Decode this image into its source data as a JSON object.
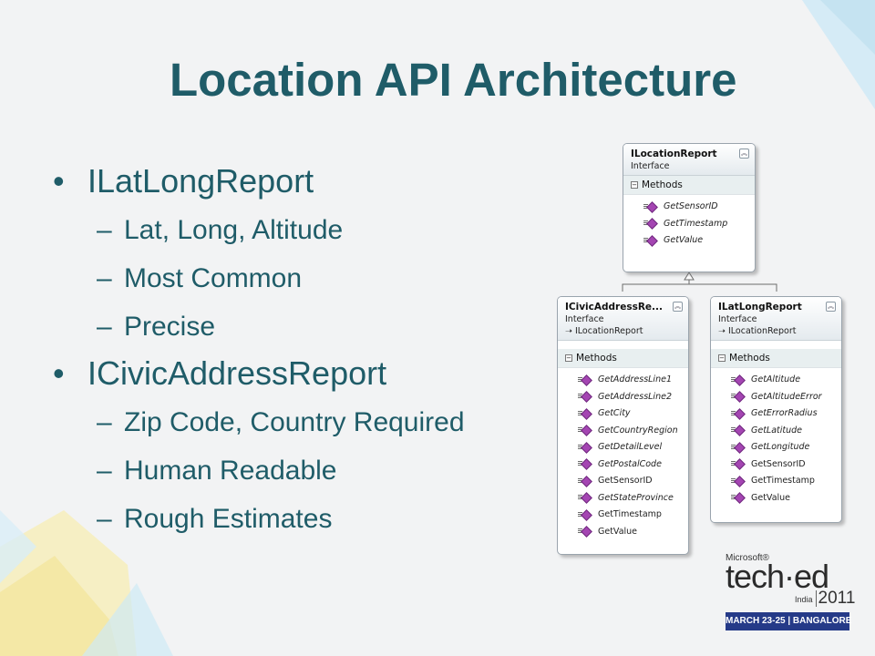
{
  "slide": {
    "title": "Location API Architecture",
    "bullets": [
      {
        "text": "ILatLongReport",
        "sub": [
          "Lat, Long, Altitude",
          "Most Common",
          "Precise"
        ]
      },
      {
        "text": "ICivicAddressReport",
        "sub": [
          "Zip Code, Country Required",
          "Human Readable",
          "Rough Estimates"
        ]
      }
    ],
    "dash": "–"
  },
  "diagram": {
    "base": {
      "name": "ILocationReport",
      "kind": "Interface",
      "section": "Methods",
      "methods": [
        "GetSensorID",
        "GetTimestamp",
        "GetValue"
      ]
    },
    "civic": {
      "name": "ICivicAddressRe...",
      "kind": "Interface",
      "inherits": "ILocationReport",
      "section": "Methods",
      "methods": [
        "GetAddressLine1",
        "GetAddressLine2",
        "GetCity",
        "GetCountryRegion",
        "GetDetailLevel",
        "GetPostalCode",
        "GetSensorID",
        "GetStateProvince",
        "GetTimestamp",
        "GetValue"
      ]
    },
    "latlong": {
      "name": "ILatLongReport",
      "kind": "Interface",
      "inherits": "ILocationReport",
      "section": "Methods",
      "methods": [
        "GetAltitude",
        "GetAltitudeError",
        "GetErrorRadius",
        "GetLatitude",
        "GetLongitude",
        "GetSensorID",
        "GetTimestamp",
        "GetValue"
      ]
    },
    "collapse_glyph": "︽",
    "inherit_arrow": "➝"
  },
  "logo": {
    "vendor": "Microsoft®",
    "brand": "tech·ed",
    "region": "India",
    "year": "2011",
    "event_dates": "MARCH 23-25 | BANGALORE"
  },
  "colors": {
    "title": "#1f5c68",
    "accent_yellow": "#f7e9a6",
    "accent_blue": "#c9e8f5",
    "method_icon": "#a445b2",
    "logo_band": "#253a88"
  }
}
